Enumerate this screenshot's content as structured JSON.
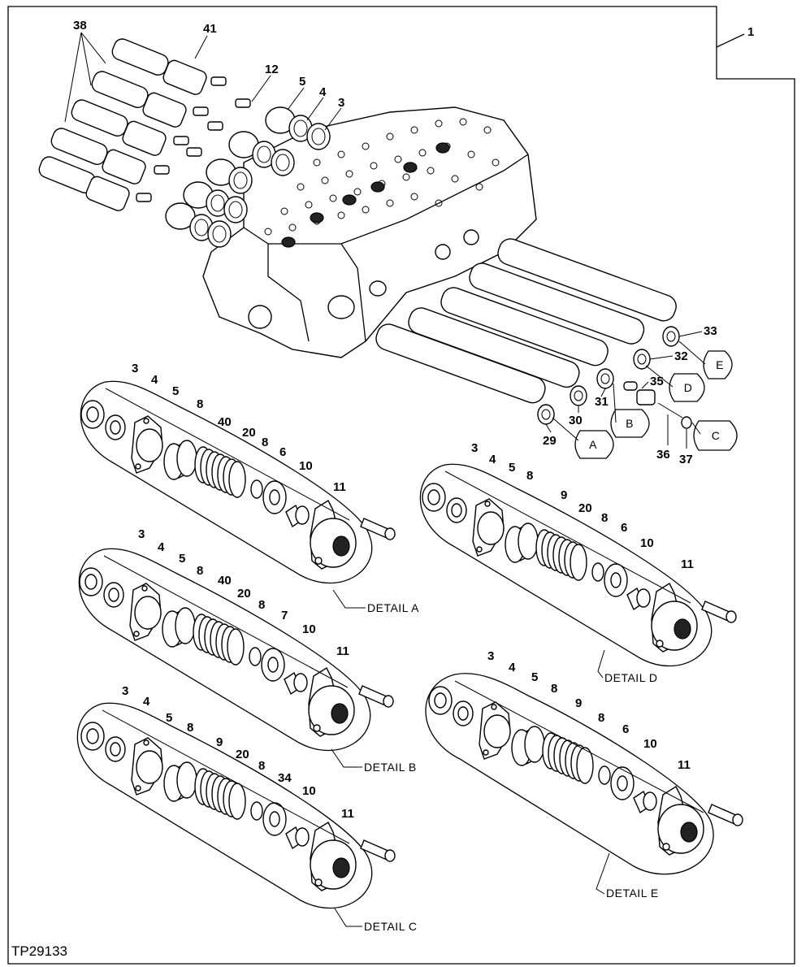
{
  "figure_id": "TP29133",
  "main_assembly": {
    "callouts": {
      "c1": "1",
      "c38": "38",
      "c41": "41",
      "c12": "12",
      "c5": "5",
      "c4": "4",
      "c3": "3",
      "c33": "33",
      "c32": "32",
      "c35": "35",
      "c31": "31",
      "c30": "30",
      "c29": "29",
      "c36": "36",
      "c37": "37"
    },
    "bubbles": {
      "a": "A",
      "b": "B",
      "c": "C",
      "d": "D",
      "e": "E"
    }
  },
  "details": {
    "a": {
      "title": "DETAIL A",
      "labels": [
        "3",
        "4",
        "5",
        "8",
        "40",
        "20",
        "8",
        "6",
        "10",
        "11"
      ]
    },
    "b": {
      "title": "DETAIL B",
      "labels": [
        "3",
        "4",
        "5",
        "8",
        "40",
        "20",
        "8",
        "7",
        "10",
        "11"
      ]
    },
    "c": {
      "title": "DETAIL C",
      "labels": [
        "3",
        "4",
        "5",
        "8",
        "9",
        "20",
        "8",
        "34",
        "10",
        "11"
      ]
    },
    "d": {
      "title": "DETAIL D",
      "labels": [
        "3",
        "4",
        "5",
        "8",
        "9",
        "20",
        "8",
        "6",
        "10",
        "11"
      ]
    },
    "e": {
      "title": "DETAIL E",
      "labels": [
        "3",
        "4",
        "5",
        "8",
        "9",
        "8",
        "6",
        "10",
        "11"
      ]
    }
  }
}
